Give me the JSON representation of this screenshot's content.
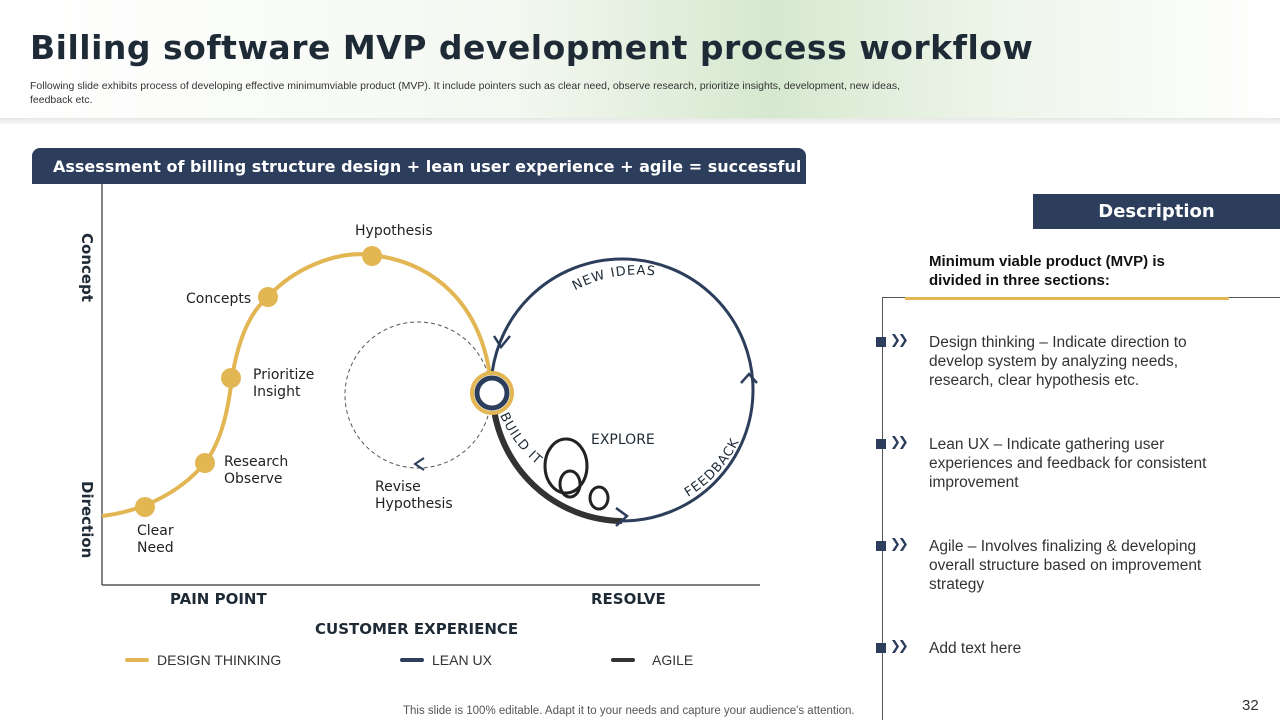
{
  "title": "Billing software MVP development process workflow",
  "subtitle": "Following slide exhibits process of developing effective minimumviable product (MVP).  It include pointers such as clear need, observe research, prioritize insights, development, new ideas, feedback etc.",
  "banner": "Assessment of billing structure design + lean user experience + agile = successful MVP",
  "diagram": {
    "y_axis_top": "Concept",
    "y_axis_bottom": "Direction",
    "x_axis_left": "PAIN POINT",
    "x_axis_right": "RESOLVE",
    "x_axis_title": "CUSTOMER EXPERIENCE",
    "nodes": {
      "clear_need": [
        "Clear",
        "Need"
      ],
      "research_observe": [
        "Research",
        "Observe"
      ],
      "prioritize_insight": [
        "Prioritize",
        "Insight"
      ],
      "concepts": "Concepts",
      "hypothesis": "Hypothesis",
      "revise_hypothesis": [
        "Revise",
        "Hypothesis"
      ]
    },
    "cycle": {
      "new_ideas": "NEW IDEAS",
      "build_it": "BUILD IT",
      "feedback": "FEEDBACK",
      "explore": "EXPLORE"
    },
    "colors": {
      "design_thinking": "#e3b654",
      "lean_ux": "#2c3e5c",
      "agile": "#333333"
    }
  },
  "legend": {
    "design_thinking": "DESIGN THINKING",
    "lean_ux": "LEAN UX",
    "agile": "AGILE"
  },
  "description": {
    "header": "Description",
    "intro": "Minimum viable product (MVP) is divided in three sections:",
    "items": [
      "Design thinking – Indicate direction to develop system by analyzing needs, research, clear hypothesis etc.",
      "Lean UX – Indicate gathering user experiences and feedback for consistent improvement",
      "Agile – Involves  finalizing & developing overall structure  based on improvement strategy",
      "Add text here"
    ]
  },
  "footer": "This slide is 100% editable. Adapt it to your needs and capture your audience's attention.",
  "page_number": "32"
}
